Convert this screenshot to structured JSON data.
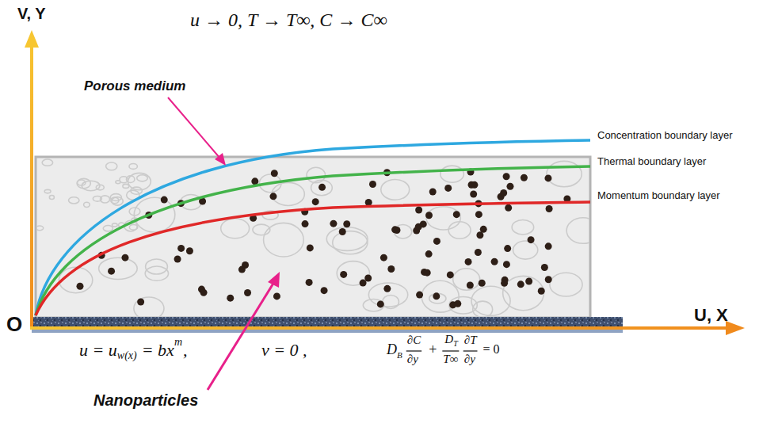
{
  "diagram": {
    "labels": [
      "V, Y",
      "u → 0,  T → T∞,  C → C∞",
      "Porous medium",
      "Concentration boundary layer",
      "Thermal boundary layer",
      "Momentum boundary layer",
      "O",
      "U, X",
      "u = u",
      "w(x)",
      "= bx",
      "m",
      ",",
      "v = 0 ,",
      "D",
      "B",
      "∂C",
      "∂y",
      "+",
      "D",
      "T",
      "T∞",
      "∂T",
      "∂y",
      "= 0",
      "Nanoparticles"
    ]
  }
}
